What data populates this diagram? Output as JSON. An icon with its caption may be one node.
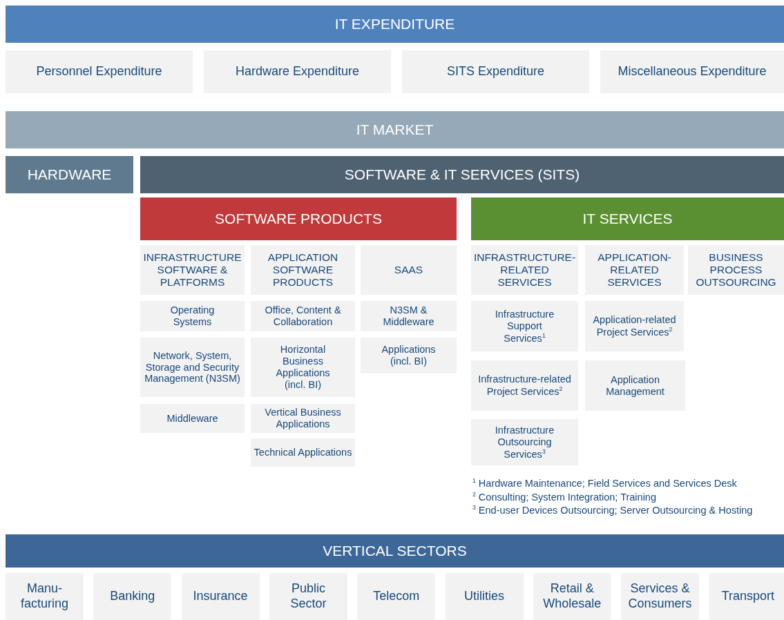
{
  "diagram": {
    "nodes": [
      {
        "text": [
          "IT EXPENDITURE"
        ]
      },
      {
        "text": [
          "Personnel Expenditure"
        ]
      },
      {
        "text": [
          "Hardware Expenditure"
        ]
      },
      {
        "text": [
          "SITS Expenditure"
        ]
      },
      {
        "text": [
          "Miscellaneous Expenditure"
        ]
      },
      {
        "text": [
          "IT MARKET"
        ]
      },
      {
        "text": [
          "HARDWARE"
        ]
      },
      {
        "text": [
          "SOFTWARE & IT SERVICES (SITS)"
        ]
      },
      {
        "text": [
          "SOFTWARE PRODUCTS"
        ]
      },
      {
        "text": [
          "IT SERVICES"
        ]
      },
      {
        "text": [
          "INFRASTRUCTURE SOFTWARE & PLATFORMS"
        ]
      },
      {
        "text": [
          "APPLICATION SOFTWARE PRODUCTS"
        ]
      },
      {
        "text": [
          "SAAS"
        ]
      },
      {
        "text": [
          "INFRASTRUCTURE-RELATED SERVICES"
        ]
      },
      {
        "text": [
          "APPLICATION-RELATED SERVICES"
        ]
      },
      {
        "text": [
          "BUSINESS PROCESS OUTSOURCING"
        ]
      },
      {
        "text": [
          "Operating Systems"
        ]
      },
      {
        "text": [
          "Office, Content & Collaboration"
        ]
      },
      {
        "text": [
          "N3SM & Middleware"
        ]
      },
      {
        "text": [
          "Infrastructure Support Services$^{1}$"
        ]
      },
      {
        "text": [
          "Application-related Project Services$^{2}$"
        ]
      },
      {
        "text": [
          "Network, System, Storage and Security Management (N3SM)"
        ]
      },
      {
        "text": [
          "Horizontal Business Applications (incl. BI)"
        ]
      },
      {
        "text": [
          "Applications (incl. BI)"
        ]
      },
      {
        "text": [
          "Infrastructure-related Project Services$^{2}$"
        ]
      },
      {
        "text": [
          "Application Management"
        ]
      },
      {
        "text": [
          "Middleware"
        ]
      },
      {
        "text": [
          "Vertical Business Applications"
        ]
      },
      {
        "text": [
          "Infrastructure Outsourcing Services$^{3}$"
        ]
      },
      {
        "text": [
          "Technical Applications"
        ]
      },
      {
        "text": [
          "VERTICAL SECTORS"
        ]
      },
      {
        "text": [
          "Manu- facturing"
        ]
      },
      {
        "text": [
          "Banking"
        ]
      },
      {
        "text": [
          "Insurance"
        ]
      },
      {
        "text": [
          "Public Sector"
        ]
      },
      {
        "text": [
          "Telecom"
        ]
      },
      {
        "text": [
          "Utilities"
        ]
      },
      {
        "text": [
          "Retail & Wholesale"
        ]
      },
      {
        "text": [
          "Services & Consumers"
        ]
      },
      {
        "text": [
          "Transport"
        ]
      }
    ],
    "labels": [
      "$^{1}$ Hardware Maintenance; Field Services and Services Desk",
      "$^{2}$ Consulting; System Integration; Training",
      "$^{3}$ End-user Devices Outsourcing; Server Outsourcing & Hosting"
    ]
  }
}
